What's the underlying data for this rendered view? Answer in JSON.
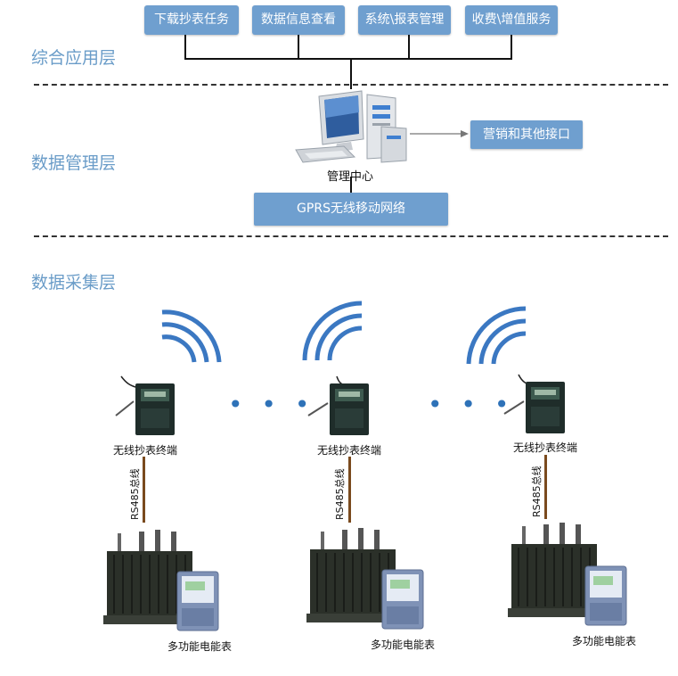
{
  "top_buttons": [
    "下载抄表任务",
    "数据信息查看",
    "系统\\报表管理",
    "收费\\增值服务"
  ],
  "layers": {
    "application": "综合应用层",
    "management": "数据管理层",
    "collection": "数据采集层"
  },
  "center": {
    "label": "管理中心",
    "side_box": "营销和其他接口",
    "network_box": "GPRS无线移动网络"
  },
  "terminals": [
    {
      "terminal_label": "无线抄表终端",
      "bus_label": "RS485总线",
      "meter_label": "多功能电能表"
    },
    {
      "terminal_label": "无线抄表终端",
      "bus_label": "RS485总线",
      "meter_label": "多功能电能表"
    },
    {
      "terminal_label": "无线抄表终端",
      "bus_label": "RS485总线",
      "meter_label": "多功能电能表"
    }
  ],
  "ellipsis": "• • •",
  "colors": {
    "box_fill": "#6f9fcf",
    "layer_text": "#6a9cc8",
    "bus_line": "#7a4a1e",
    "wave": "#3b78c2"
  }
}
